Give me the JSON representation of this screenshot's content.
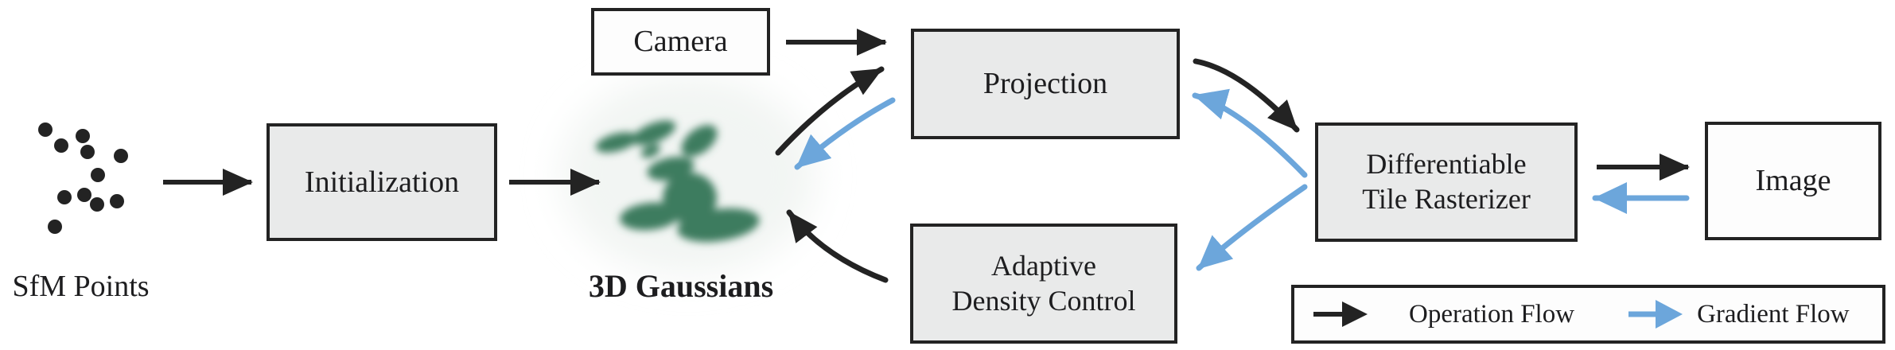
{
  "figure": {
    "nodes": {
      "sfm_points": {
        "label": "SfM Points"
      },
      "initialization": {
        "label": "Initialization"
      },
      "gaussians": {
        "label": "3D Gaussians"
      },
      "camera": {
        "label": "Camera"
      },
      "projection": {
        "label": "Projection"
      },
      "adaptive_density_control": {
        "label_line1": "Adaptive",
        "label_line2": "Density Control"
      },
      "rasterizer": {
        "label_line1": "Differentiable",
        "label_line2": "Tile Rasterizer"
      },
      "image": {
        "label": "Image"
      }
    },
    "legend": {
      "operation_flow_label": "Operation Flow",
      "gradient_flow_label": "Gradient Flow"
    },
    "colors": {
      "operation_flow": "#232323",
      "gradient_flow": "#6ca6db",
      "box_fill_gray": "#e9eaea",
      "box_fill_white": "#fdfdfd",
      "box_border": "#232323",
      "gaussian_green": "#3e7b5e"
    }
  }
}
